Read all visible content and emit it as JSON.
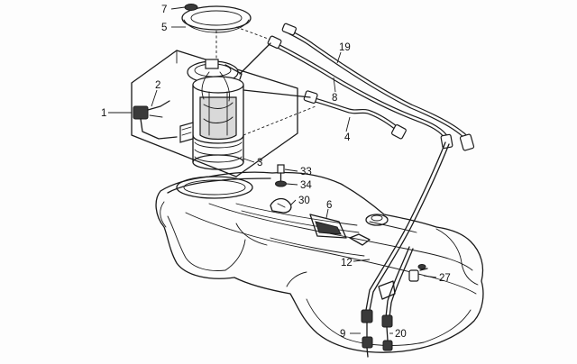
{
  "callouts": [
    {
      "id": "c7",
      "text": "7"
    },
    {
      "id": "c5",
      "text": "5"
    },
    {
      "id": "c1",
      "text": "1"
    },
    {
      "id": "c2",
      "text": "2"
    },
    {
      "id": "c3",
      "text": "3"
    },
    {
      "id": "c19",
      "text": "19"
    },
    {
      "id": "c8",
      "text": "8"
    },
    {
      "id": "c4",
      "text": "4"
    },
    {
      "id": "c33",
      "text": "33"
    },
    {
      "id": "c34",
      "text": "34"
    },
    {
      "id": "c30",
      "text": "30"
    },
    {
      "id": "c6",
      "text": "6"
    },
    {
      "id": "c12",
      "text": "12"
    },
    {
      "id": "c27",
      "text": "27"
    },
    {
      "id": "c9",
      "text": "9"
    },
    {
      "id": "c20",
      "text": "20"
    }
  ]
}
